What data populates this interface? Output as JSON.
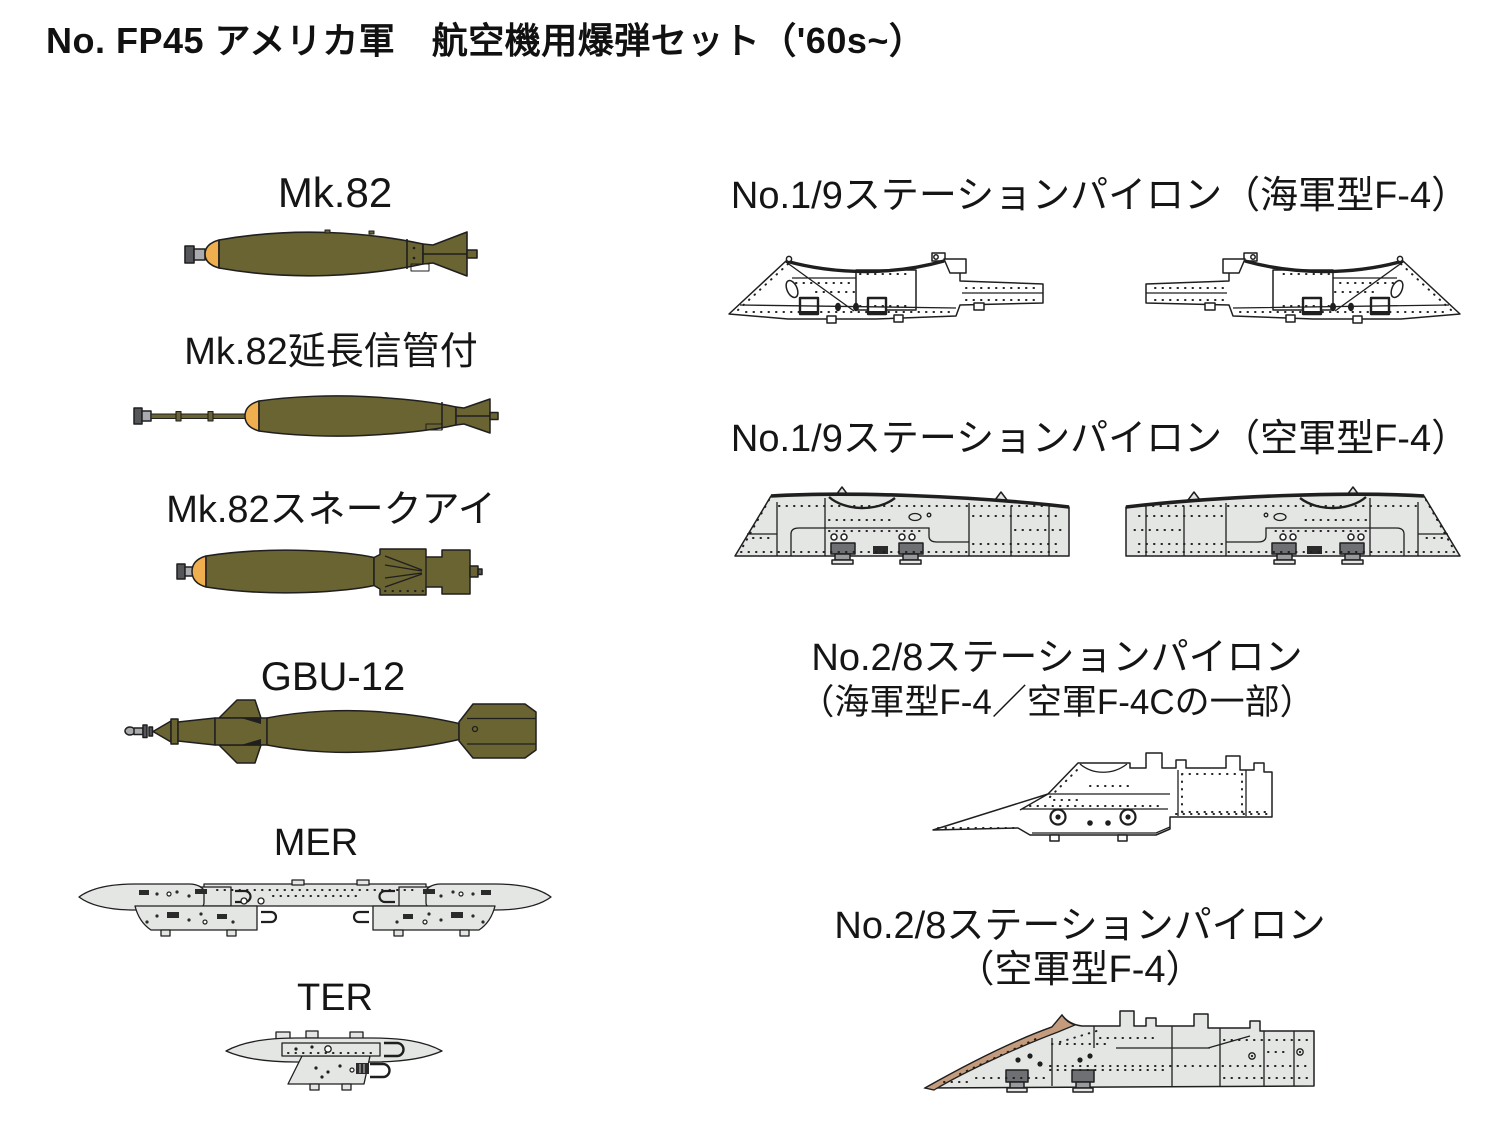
{
  "title": "No. FP45 アメリカ軍　航空機用爆弾セット（'60s~）",
  "items": {
    "mk82": {
      "label": "Mk.82"
    },
    "mk82_fuze": {
      "label": "Mk.82延長信管付"
    },
    "mk82_snakeye": {
      "label": "Mk.82スネークアイ"
    },
    "gbu12": {
      "label": "GBU-12"
    },
    "mer": {
      "label": "MER"
    },
    "ter": {
      "label": "TER"
    },
    "pylon19_navy": {
      "label": "No.1/9ステーションパイロン（海軍型F-4）"
    },
    "pylon19_af": {
      "label": "No.1/9ステーションパイロン（空軍型F-4）"
    },
    "pylon28_navy": {
      "label_line1": "No.2/8ステーションパイロン",
      "label_line2": "（海軍型F-4／空軍F-4Cの一部）"
    },
    "pylon28_af": {
      "label_line1": "No.2/8ステーションパイロン",
      "label_line2": "（空軍型F-4）"
    }
  },
  "colors": {
    "olive": "#6a6332",
    "yellow": "#f0af4f",
    "lgray": "#e4e6e4",
    "tan": "#c49b7d",
    "ink": "#1f1f1f"
  }
}
